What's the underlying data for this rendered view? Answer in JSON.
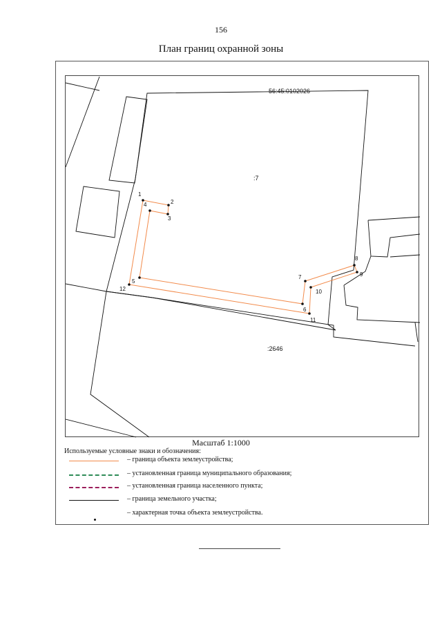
{
  "page_number": "156",
  "title": "План границ охранной зоны",
  "map": {
    "cadastral_block": "56:45:0102026",
    "parcel_labels": [
      ":7",
      ":2646"
    ],
    "points": [
      "1",
      "2",
      "3",
      "4",
      "5",
      "6",
      "7",
      "8",
      "9",
      "10",
      "11",
      "12"
    ],
    "colors": {
      "object_boundary": "#f28a4a",
      "municipal_boundary": "#2e8b57",
      "settlement_boundary": "#9b1d5a",
      "parcel_boundary": "#111111"
    }
  },
  "scale_label": "Масштаб 1:1000",
  "legend": {
    "title": "Используемые условные знаки и обозначения:",
    "items": [
      {
        "text": "– граница объекта землеустройства;"
      },
      {
        "text": "– установленная граница муниципального образования;"
      },
      {
        "text": "– установленная граница населенного пункта;"
      },
      {
        "text": "– граница земельного участка;"
      },
      {
        "text": "– характерная точка объекта землеустройства."
      }
    ]
  }
}
